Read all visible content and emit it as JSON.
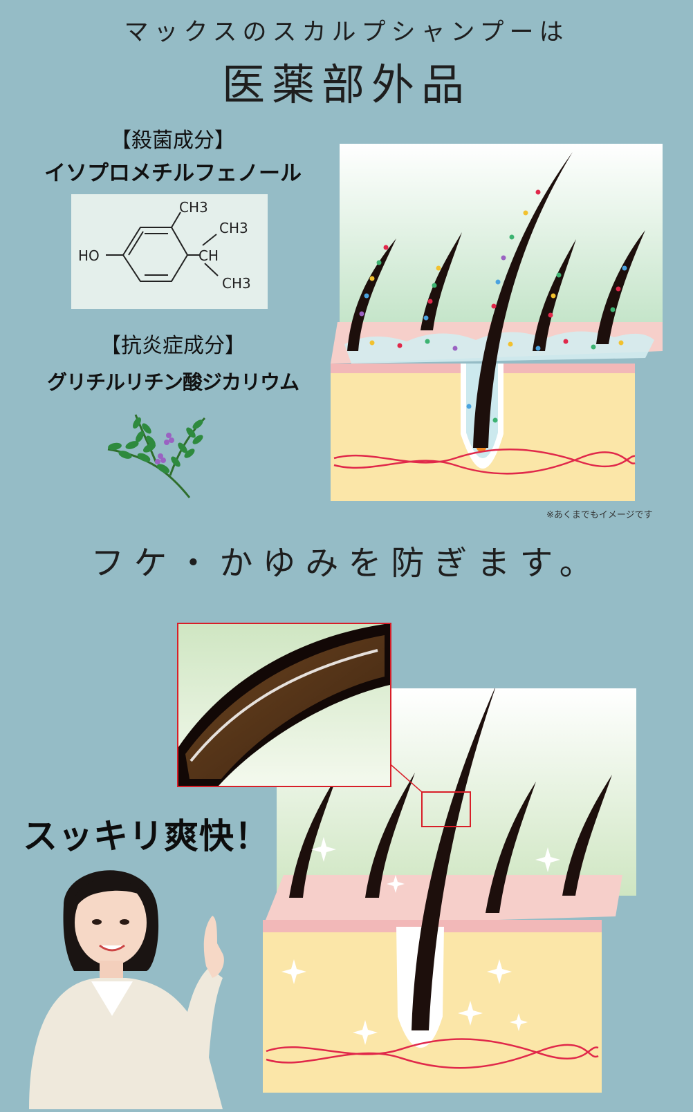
{
  "headline": {
    "sub": "マックスのスカルプシャンプーは",
    "main": "医薬部外品"
  },
  "ingredient_bactericidal": {
    "label": "【殺菌成分】",
    "name": "イソプロメチルフェノール",
    "formula": {
      "ho": "HO",
      "ch3_top": "CH3",
      "ch3_right": "CH3",
      "ch": "CH",
      "ch3_bottom": "CH3"
    }
  },
  "ingredient_anti_inflammatory": {
    "label": "【抗炎症成分】",
    "name": "グリチルリチン酸ジカリウム"
  },
  "note": "※あくまでもイメージです",
  "tagline": "フケ・かゆみを防ぎます。",
  "refresh_text": "スッキリ爽快！",
  "colors": {
    "background": "#95bcc6",
    "skin_top": "#f6cfca",
    "skin_lower": "#fbe6a8",
    "hair": "#1d0f0c",
    "vessel": "#e0284a",
    "zoom_border": "#d81e28"
  }
}
